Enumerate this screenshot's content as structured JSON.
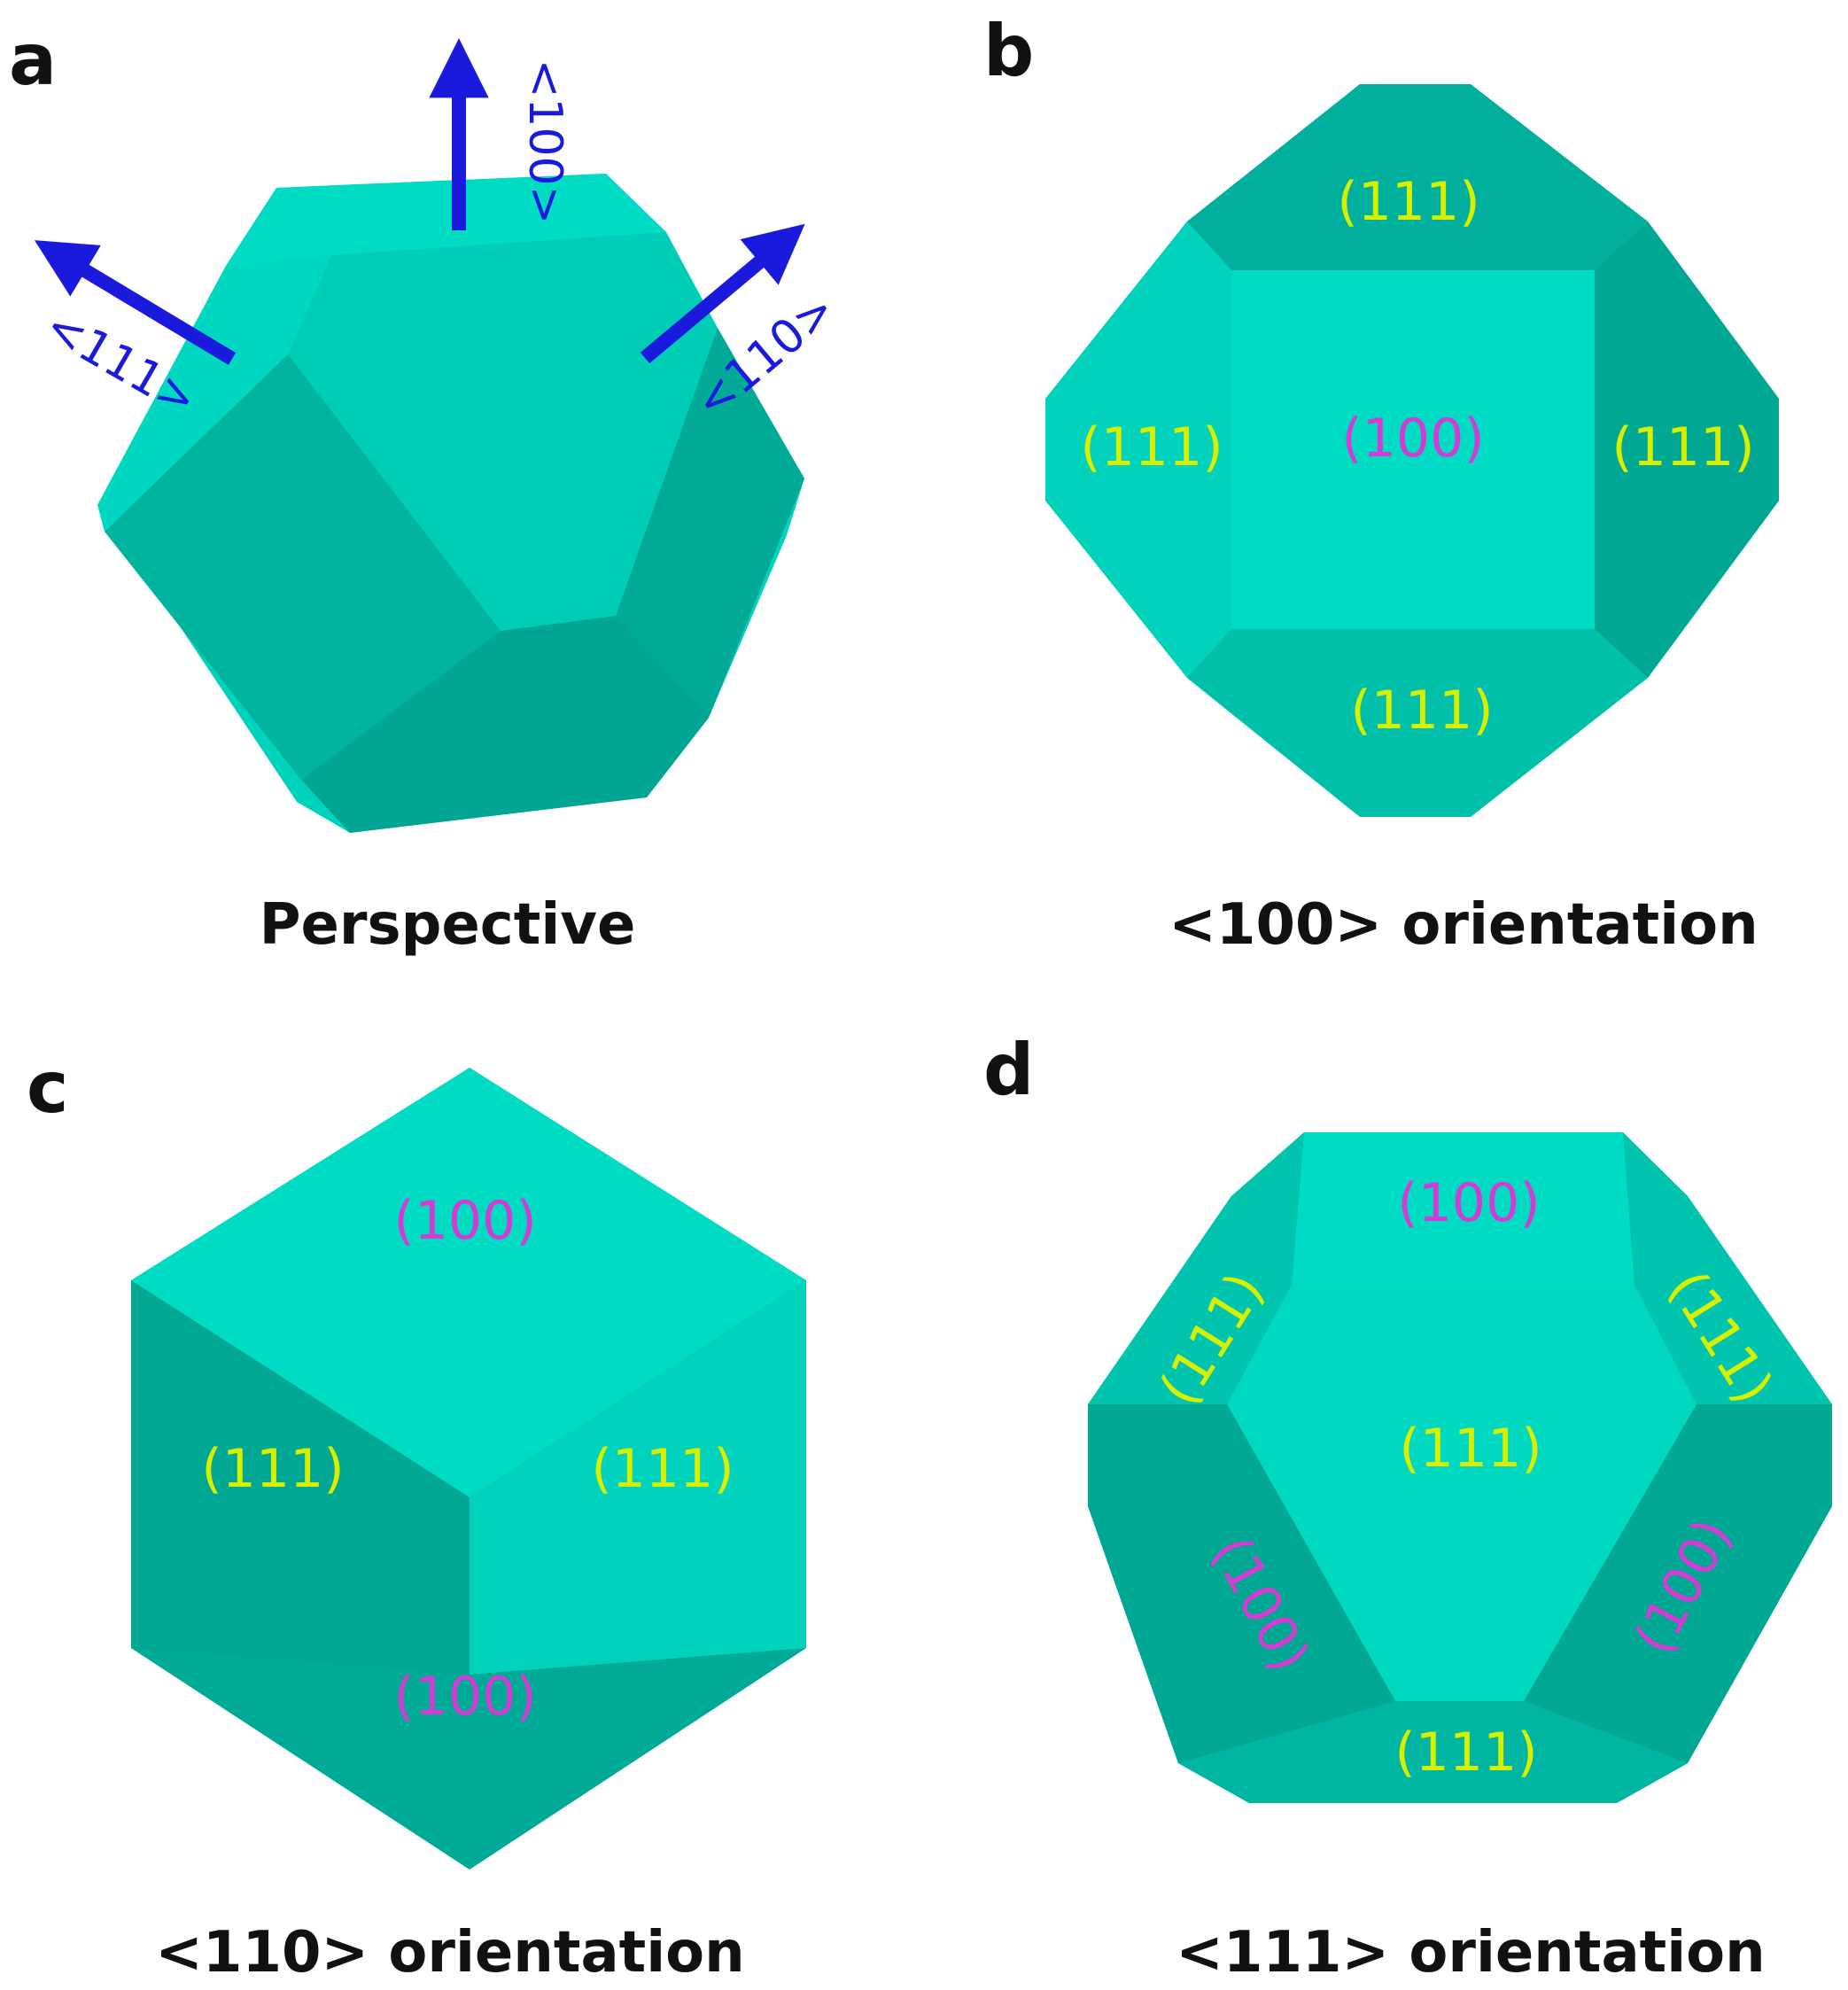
{
  "colors": {
    "face_light": "#00dcc4",
    "face_mid": "#00c8b2",
    "face_dark": "#00a894",
    "label_111": "#d6f000",
    "label_100": "#d23cd2",
    "arrow": "#1a1adc",
    "text": "#111111"
  },
  "panels": {
    "a": {
      "letter": "a",
      "caption": "Perspective",
      "arrows": {
        "d100": "<100>",
        "d111": "<111>",
        "d110": "<110>"
      }
    },
    "b": {
      "letter": "b",
      "caption": "<100> orientation",
      "faces": {
        "top": "(111)",
        "left": "(111)",
        "center": "(100)",
        "right": "(111)",
        "bottom": "(111)"
      }
    },
    "c": {
      "letter": "c",
      "caption": "<110> orientation",
      "faces": {
        "top": "(100)",
        "left": "(111)",
        "right": "(111)",
        "bottom": "(100)"
      }
    },
    "d": {
      "letter": "d",
      "caption": "<111> orientation",
      "faces": {
        "top": "(100)",
        "upper_left": "(111)",
        "upper_right": "(111)",
        "center": "(111)",
        "lower_left": "(100)",
        "lower_right": "(100)",
        "bottom": "(111)"
      }
    }
  }
}
